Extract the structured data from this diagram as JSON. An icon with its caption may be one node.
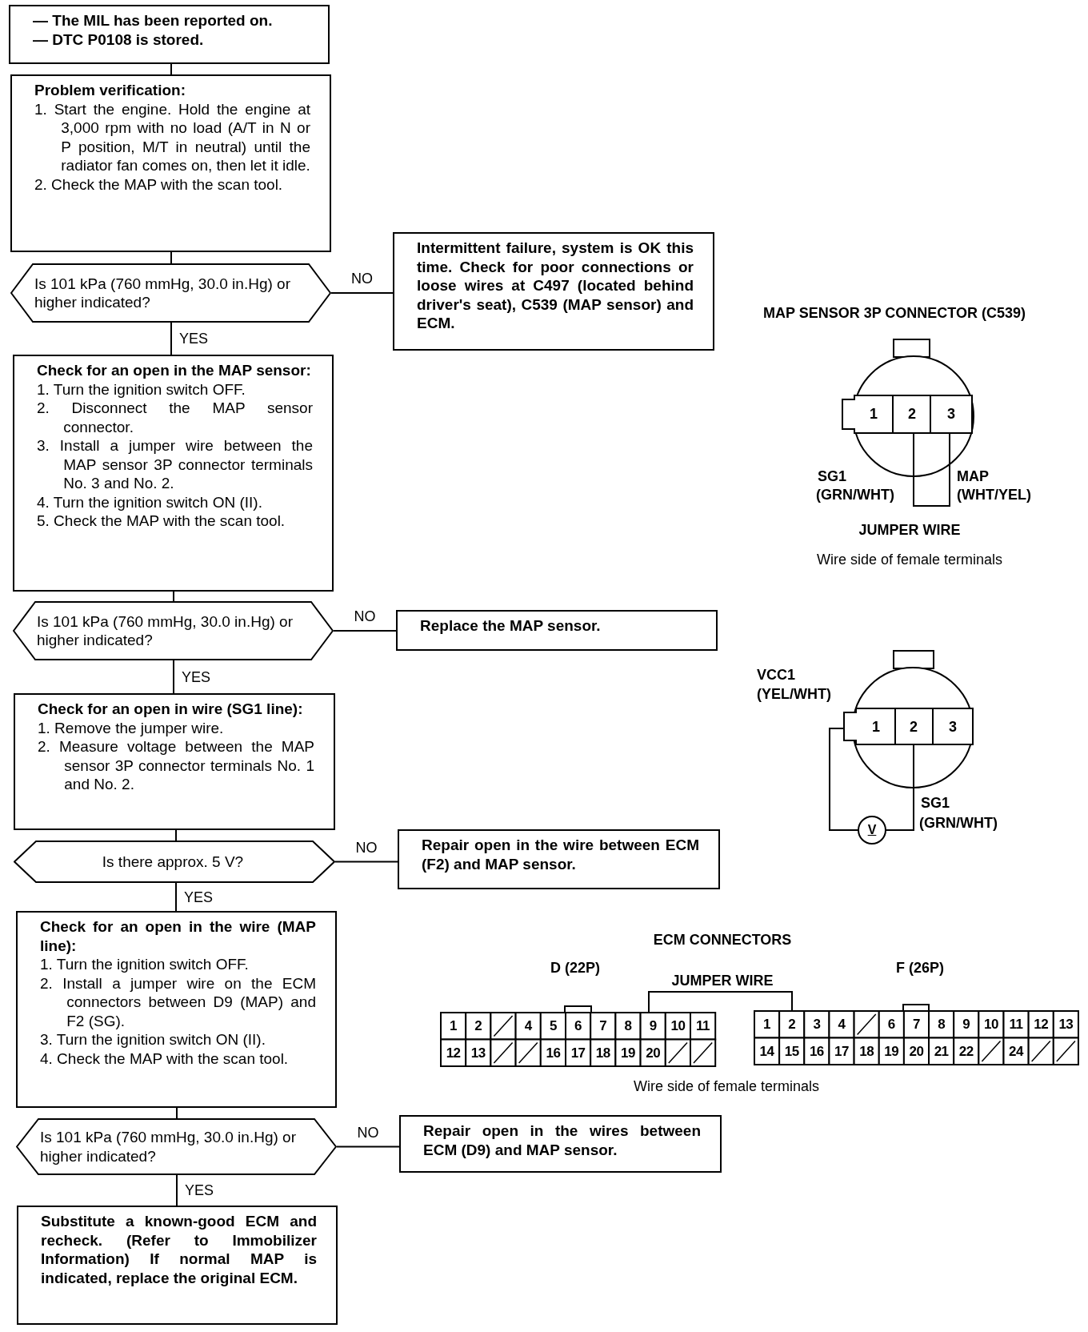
{
  "diagram": {
    "nodes": [
      {
        "text": [
          "— The MIL has been reported on.",
          "— DTC P0108 is stored."
        ]
      },
      {
        "text": [
          "Problem verification:",
          "1. Start the engine. Hold the engine at 3,000 rpm with no load (A/T in N or P position, M/T in neutral) until the radiator fan comes on, then let it idle.",
          "2. Check the MAP with the scan tool."
        ]
      },
      {
        "text": [
          "Is 101 kPa (760 mmHg, 30.0 in.Hg) or higher indicated?"
        ]
      },
      {
        "text": [
          "Intermittent failure, system is OK this time. Check for poor connections or loose wires at C497 (located behind driver's seat), C539 (MAP sensor) and ECM."
        ]
      },
      {
        "text": [
          "Check for an open in the MAP sensor:",
          "1. Turn the ignition switch OFF.",
          "2. Disconnect the MAP sensor connector.",
          "3. Install a jumper wire between the MAP sensor 3P connector terminals No. 3 and No. 2.",
          "4. Turn the ignition switch ON (II).",
          "5. Check the MAP with the scan tool."
        ]
      },
      {
        "text": [
          "Is 101 kPa (760 mmHg, 30.0 in.Hg) or higher indicated?"
        ]
      },
      {
        "text": [
          "Replace the MAP sensor."
        ]
      },
      {
        "text": [
          "Check for an open in wire (SG1 line):",
          "1. Remove the jumper wire.",
          "2. Measure voltage between the MAP sensor 3P connector terminals No. 1 and No. 2."
        ]
      },
      {
        "text": [
          "Is there approx. 5 V?"
        ]
      },
      {
        "text": [
          "Repair open in the wire between ECM (F2) and MAP sensor."
        ]
      },
      {
        "text": [
          "Check for an open in the wire (MAP line):",
          "1. Turn the ignition switch OFF.",
          "2. Install a jumper wire on the ECM connectors between D9 (MAP) and F2 (SG).",
          "3. Turn the ignition switch ON (II).",
          "4. Check the MAP with the scan tool."
        ]
      },
      {
        "text": [
          "Is 101 kPa (760 mmHg, 30.0 in.Hg) or higher indicated?"
        ]
      },
      {
        "text": [
          "Repair open in the wires between ECM (D9) and MAP sensor."
        ]
      },
      {
        "text": [
          "Substitute a known-good ECM and recheck. (Refer to Immobilizer Information) If normal MAP is indicated, replace the original ECM."
        ]
      }
    ],
    "edges": [
      {
        "from": 0,
        "to": 1,
        "arrow": "none"
      },
      {
        "from": 1,
        "to": 2,
        "arrow": "none"
      },
      {
        "from": 2,
        "to": 3,
        "arrow": "none",
        "label": "NO"
      },
      {
        "from": 2,
        "to": 4,
        "arrow": "none",
        "label": "YES"
      },
      {
        "from": 4,
        "to": 5,
        "arrow": "none"
      },
      {
        "from": 5,
        "to": 6,
        "arrow": "none",
        "label": "NO"
      },
      {
        "from": 5,
        "to": 7,
        "arrow": "none",
        "label": "YES"
      },
      {
        "from": 7,
        "to": 8,
        "arrow": "none"
      },
      {
        "from": 8,
        "to": 9,
        "arrow": "none",
        "label": "NO"
      },
      {
        "from": 8,
        "to": 10,
        "arrow": "none",
        "label": "YES"
      },
      {
        "from": 10,
        "to": 11,
        "arrow": "none"
      },
      {
        "from": 11,
        "to": 12,
        "arrow": "none",
        "label": "NO"
      },
      {
        "from": 11,
        "to": 13,
        "arrow": "none",
        "label": "YES"
      }
    ],
    "labels": [
      "MAP SENSOR 3P CONNECTOR (C539)",
      "1",
      "2",
      "3",
      "SG1",
      "(GRN/WHT)",
      "MAP",
      "(WHT/YEL)",
      "JUMPER WIRE",
      "Wire side of female terminals",
      "VCC1",
      "(YEL/WHT)",
      "1",
      "2",
      "3",
      "V",
      "SG1",
      "(GRN/WHT)",
      "ECM CONNECTORS",
      "D (22P)",
      "F (26P)",
      "JUMPER WIRE",
      "1",
      "2",
      "4",
      "5",
      "6",
      "7",
      "8",
      "9",
      "10",
      "11",
      "12",
      "13",
      "16",
      "17",
      "18",
      "19",
      "20",
      "1",
      "2",
      "3",
      "4",
      "6",
      "7",
      "8",
      "9",
      "10",
      "11",
      "12",
      "13",
      "14",
      "15",
      "16",
      "17",
      "18",
      "19",
      "20",
      "21",
      "22",
      "24",
      "Wire side of female terminals"
    ]
  }
}
